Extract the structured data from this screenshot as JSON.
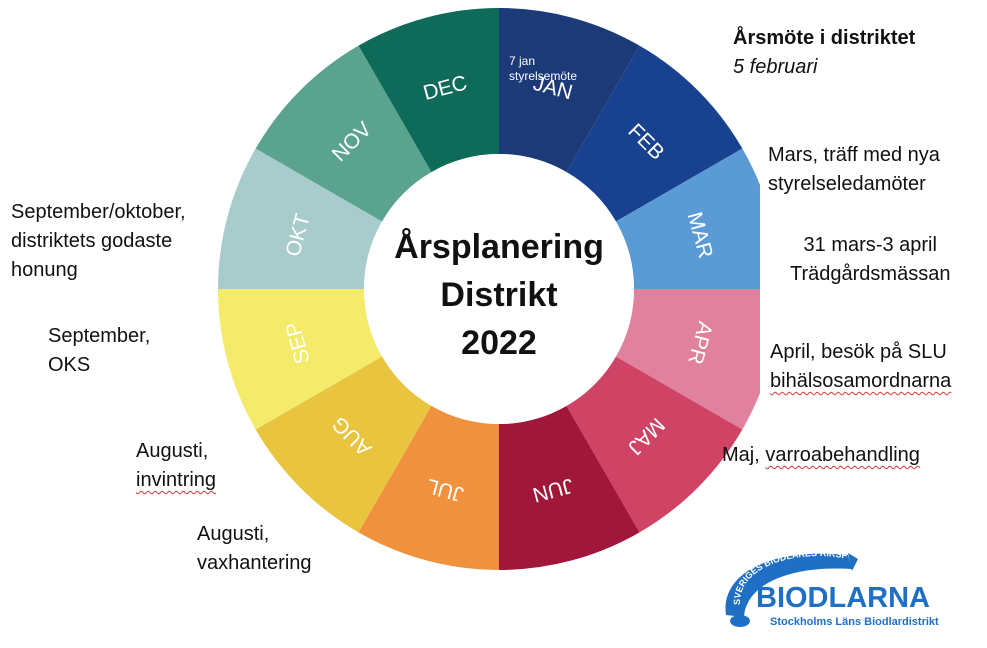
{
  "wheel": {
    "center_title": [
      "Årsplanering",
      "Distrikt",
      "2022"
    ],
    "segments": [
      {
        "label": "JAN",
        "color": "#1c3a78"
      },
      {
        "label": "FEB",
        "color": "#18418f"
      },
      {
        "label": "MAR",
        "color": "#5b9bd5"
      },
      {
        "label": "APR",
        "color": "#e0819d"
      },
      {
        "label": "MAJ",
        "color": "#cf4464"
      },
      {
        "label": "JUN",
        "color": "#a0173a"
      },
      {
        "label": "JUL",
        "color": "#f0913e"
      },
      {
        "label": "AUG",
        "color": "#e8c43f"
      },
      {
        "label": "SEP",
        "color": "#f4eb6a"
      },
      {
        "label": "OKT",
        "color": "#a8cccb"
      },
      {
        "label": "NOV",
        "color": "#5aa48f"
      },
      {
        "label": "DEC",
        "color": "#0f6b59"
      }
    ],
    "jan_note": [
      "7 jan",
      "styrelsemöte"
    ]
  },
  "notes": {
    "feb": {
      "title": "Årsmöte i distriktet",
      "date": "5 februari"
    },
    "mar1": [
      "Mars, träff med nya",
      "styrelseledamöter"
    ],
    "mar2": [
      "31 mars-3 april",
      "Trädgårdsmässan"
    ],
    "apr": {
      "line1": "April, besök på SLU",
      "line2": "bihälsosamordnarna"
    },
    "maj": {
      "prefix": "Maj, ",
      "word": "varroabehandling"
    },
    "aug1": {
      "line1": "Augusti,",
      "line2": "invintring"
    },
    "aug2": [
      "Augusti,",
      "vaxhantering"
    ],
    "sep": [
      "September,",
      "OKS"
    ],
    "sepokt": [
      "September/oktober,",
      "distriktets godaste",
      "honung"
    ]
  },
  "logo": {
    "name": "BIODLARNA",
    "arc_text": "SVERIGES BIODLARES RIKSFÖRBUND",
    "subtitle": "Stockholms Läns Biodlardistrikt",
    "color": "#1f6fc4"
  }
}
